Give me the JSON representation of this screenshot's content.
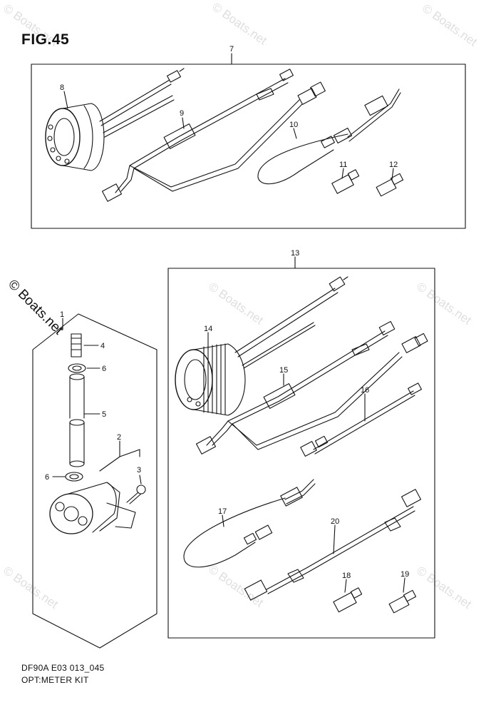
{
  "figure": {
    "title": "FIG.45",
    "code": "DF90A E03 013_045",
    "name": "OPT:METER KIT"
  },
  "watermark": "© Boats.net",
  "callouts": {
    "c1": "1",
    "c2": "2",
    "c3": "3",
    "c4": "4",
    "c5": "5",
    "c6a": "6",
    "c6b": "6",
    "c7": "7",
    "c8": "8",
    "c9": "9",
    "c10": "10",
    "c11": "11",
    "c12": "12",
    "c13": "13",
    "c14": "14",
    "c15": "15",
    "c16": "16",
    "c17": "17",
    "c18": "18",
    "c19": "19",
    "c20": "20"
  }
}
